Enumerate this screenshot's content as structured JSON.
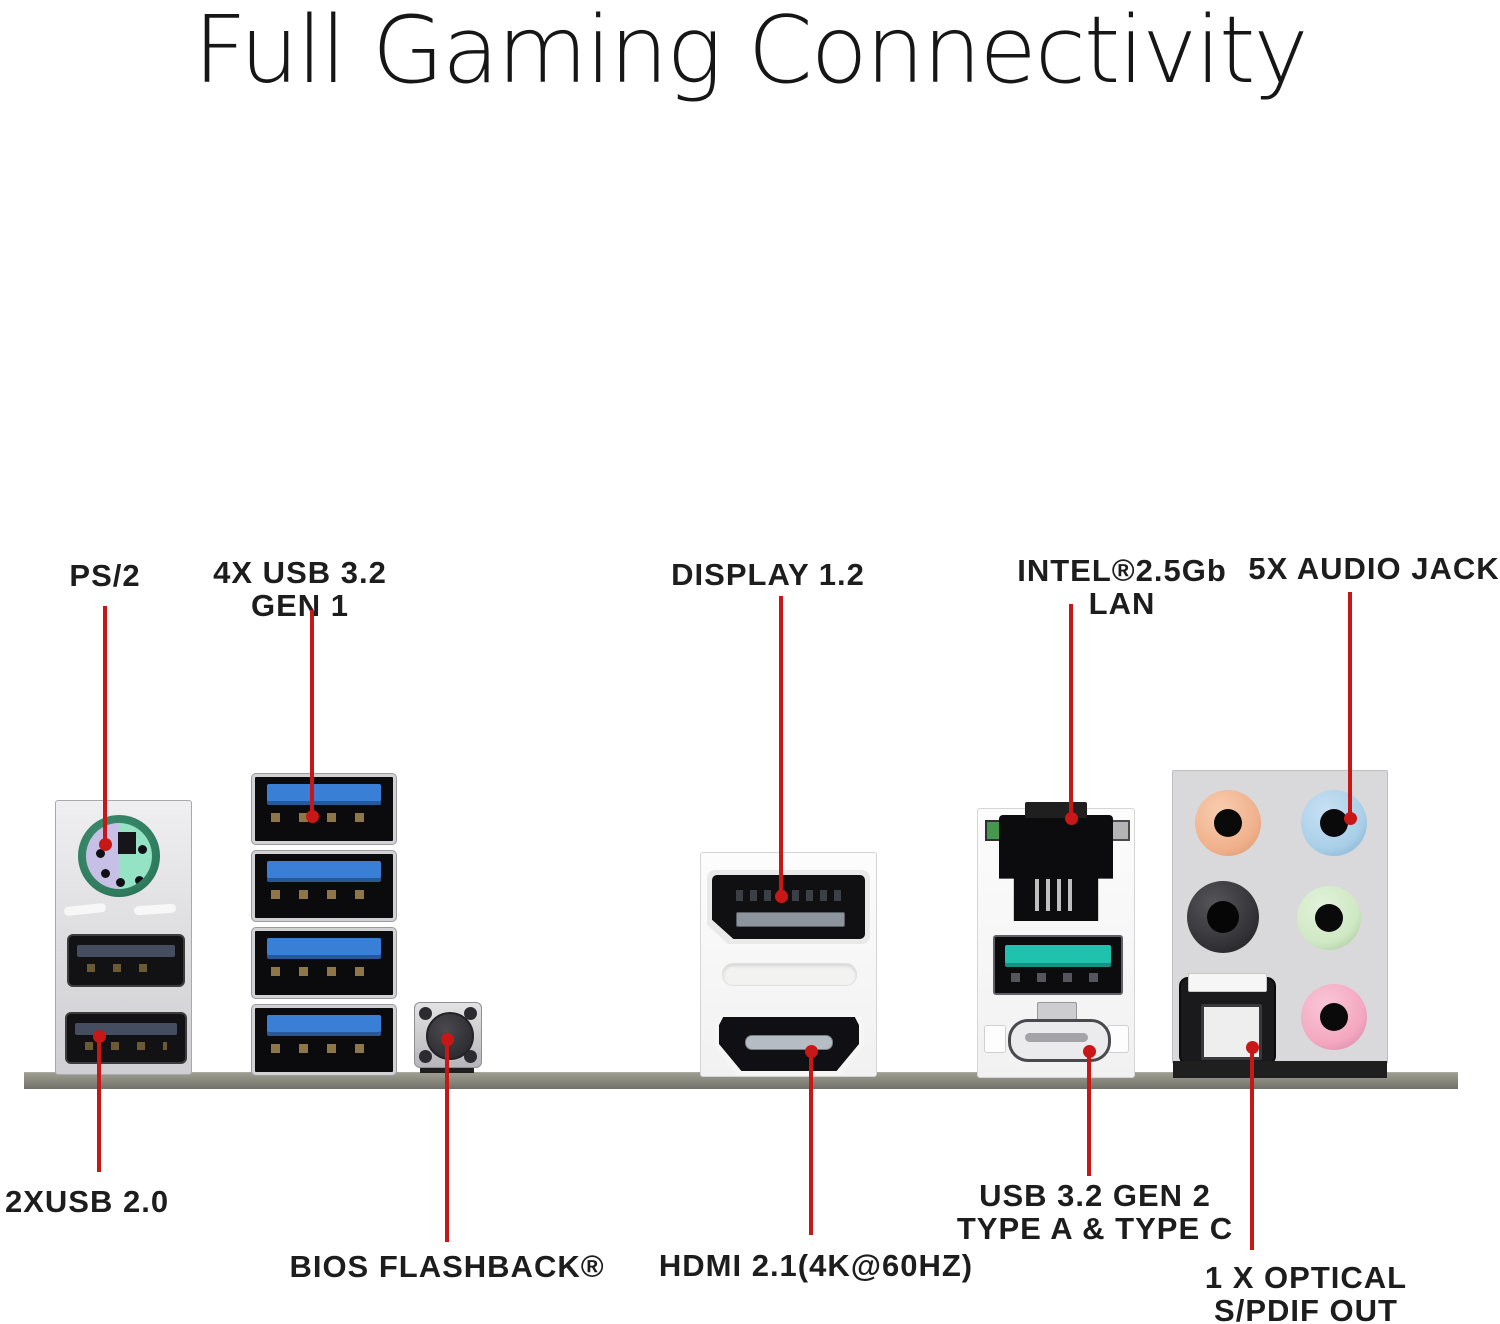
{
  "title": "Full Gaming Connectivity",
  "callouts": {
    "ps2": {
      "label": "PS/2"
    },
    "usb32_gen1": {
      "line1": "4X USB 3.2",
      "line2": "GEN 1"
    },
    "displayport": {
      "label": "DISPLAY 1.2"
    },
    "lan": {
      "line1": "INTEL®2.5Gb",
      "line2": "LAN"
    },
    "audio": {
      "label": "5X AUDIO JACK"
    },
    "usb20": {
      "label": "2XUSB 2.0"
    },
    "bios": {
      "label": "BIOS FLASHBACK®"
    },
    "hdmi": {
      "label": "HDMI 2.1(4K@60HZ)"
    },
    "usb32_gen2": {
      "line1": "USB 3.2 GEN 2",
      "line2": "TYPE A & TYPE C"
    },
    "spdif": {
      "line1": "1 X OPTICAL",
      "line2": "S/PDIF OUT"
    }
  },
  "colors": {
    "accent_red": "#c81717",
    "usb3_blue": "#3a7fd6",
    "usb_teal": "#1fc2ad",
    "ps2_purple": "#c6bfe6",
    "ps2_mint": "#93e3c4",
    "ps2_ring": "#2f7b5e",
    "led_green": "#44994f",
    "jack_orange": "#f0b18c",
    "jack_blue": "#a9cfe8",
    "jack_green": "#cfe8c4",
    "jack_pink": "#f3a8c0",
    "jack_black": "#343438"
  }
}
